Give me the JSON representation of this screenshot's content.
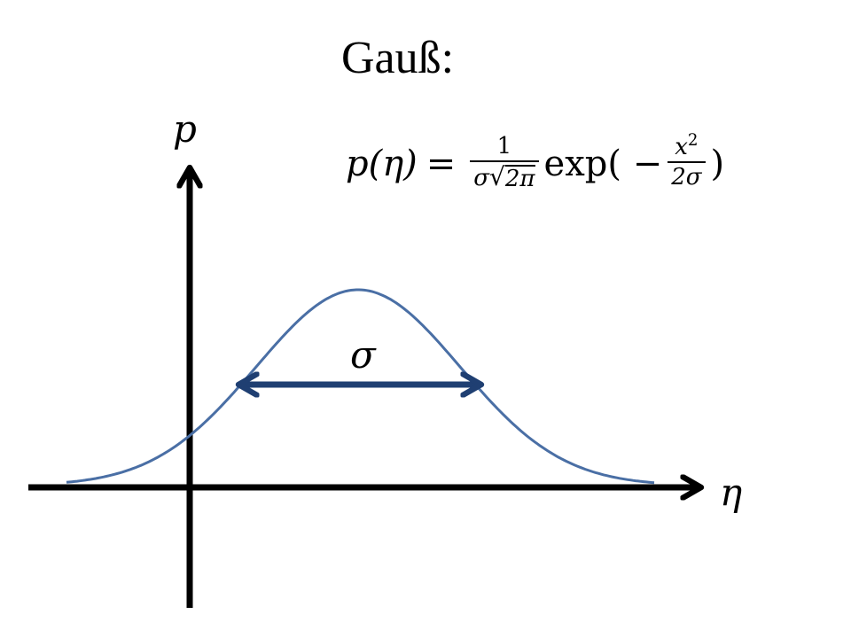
{
  "title": "Gauß:",
  "axes": {
    "y_label": "p",
    "x_label": "η"
  },
  "width_label": "σ",
  "formula": {
    "lhs": "p(η)",
    "equals": "=",
    "frac1_num": "1",
    "frac1_den_sigma": "σ",
    "frac1_den_root": "2π",
    "exp_open": "exp( −",
    "frac2_num_var": "x",
    "frac2_num_exp": "2",
    "frac2_den": "2σ",
    "close": ")"
  },
  "colors": {
    "axis": "#000000",
    "curve": "#4a6fa5",
    "arrow": "#1f3f72"
  }
}
